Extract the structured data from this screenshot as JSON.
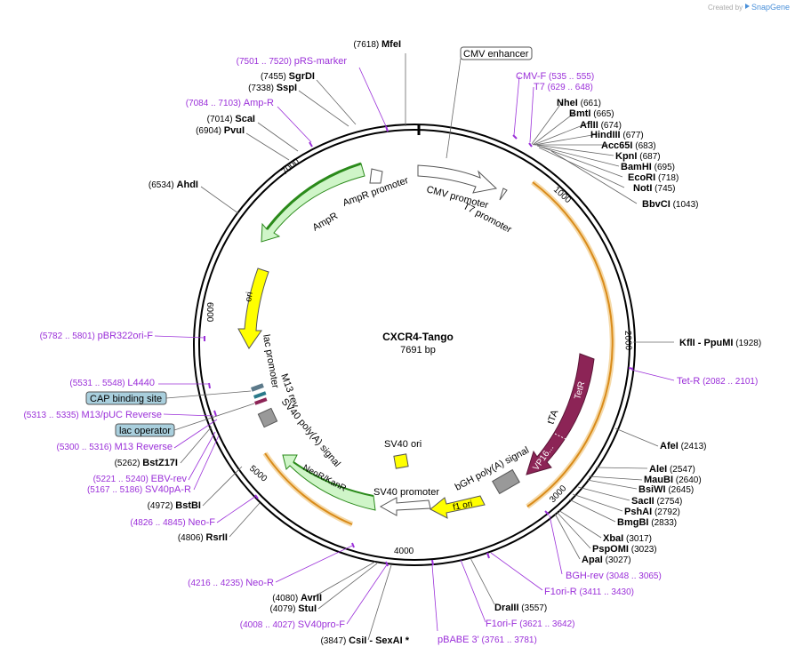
{
  "header": {
    "credit_prefix": "Created by",
    "credit_brand": "SnapGene"
  },
  "plasmid": {
    "name": "CXCR4-Tango",
    "size": "7691 bp",
    "total_bp": 7691
  },
  "ticks": [
    "1000",
    "2000",
    "3000",
    "4000",
    "5000",
    "6000",
    "7000"
  ],
  "boxed_labels": [
    {
      "id": "cmv-enhancer",
      "text": "CMV enhancer",
      "fill": "#ffffff"
    },
    {
      "id": "cap-binding-site",
      "text": "CAP binding site",
      "fill": "#a9cfdd"
    },
    {
      "id": "lac-operator",
      "text": "lac operator",
      "fill": "#a9cfdd"
    }
  ],
  "features": [
    {
      "id": "cmv-promoter",
      "label": "CMV promoter"
    },
    {
      "id": "t7-promoter",
      "label": "T7 promoter"
    },
    {
      "id": "ampr-promoter",
      "label": "AmpR promoter"
    },
    {
      "id": "ampr",
      "label": "AmpR"
    },
    {
      "id": "ori",
      "label": "ori"
    },
    {
      "id": "lac-promoter",
      "label": "lac promoter"
    },
    {
      "id": "m13-rev",
      "label": "M13 rev"
    },
    {
      "id": "sv40-polya",
      "label": "SV40 poly(A) signal"
    },
    {
      "id": "neor",
      "label": "NeoR/KanR"
    },
    {
      "id": "sv40-ori",
      "label": "SV40 ori"
    },
    {
      "id": "sv40-promoter",
      "label": "SV40 promoter"
    },
    {
      "id": "f1-ori",
      "label": "f1 ori"
    },
    {
      "id": "bgh-polya",
      "label": "bGH poly(A) signal"
    },
    {
      "id": "tta",
      "label": "tTA"
    },
    {
      "id": "tetr",
      "label": "TetR"
    },
    {
      "id": "vp16",
      "label": "VP16..."
    }
  ],
  "sites": [
    {
      "id": "mfei",
      "name": "MfeI",
      "pos": "(7618)",
      "type": "enzyme"
    },
    {
      "id": "prs-marker",
      "name": "pRS-marker",
      "pos": "(7501 .. 7520)",
      "type": "primer"
    },
    {
      "id": "sgrdi",
      "name": "SgrDI",
      "pos": "(7455)",
      "type": "enzyme"
    },
    {
      "id": "sspi",
      "name": "SspI",
      "pos": "(7338)",
      "type": "enzyme"
    },
    {
      "id": "amp-r",
      "name": "Amp-R",
      "pos": "(7084 .. 7103)",
      "type": "primer"
    },
    {
      "id": "scai",
      "name": "ScaI",
      "pos": "(7014)",
      "type": "enzyme"
    },
    {
      "id": "pvui",
      "name": "PvuI",
      "pos": "(6904)",
      "type": "enzyme"
    },
    {
      "id": "ahdi",
      "name": "AhdI",
      "pos": "(6534)",
      "type": "enzyme"
    },
    {
      "id": "pbr322ori-f",
      "name": "pBR322ori-F",
      "pos": "(5782 .. 5801)",
      "type": "primer"
    },
    {
      "id": "l4440",
      "name": "L4440",
      "pos": "(5531 .. 5548)",
      "type": "primer"
    },
    {
      "id": "m13-puc-reverse",
      "name": "M13/pUC Reverse",
      "pos": "(5313 .. 5335)",
      "type": "primer"
    },
    {
      "id": "m13-reverse",
      "name": "M13 Reverse",
      "pos": "(5300 .. 5316)",
      "type": "primer"
    },
    {
      "id": "bstz17i",
      "name": "BstZ17I",
      "pos": "(5262)",
      "type": "enzyme"
    },
    {
      "id": "ebv-rev",
      "name": "EBV-rev",
      "pos": "(5221 .. 5240)",
      "type": "primer"
    },
    {
      "id": "sv40pa-r",
      "name": "SV40pA-R",
      "pos": "(5167 .. 5186)",
      "type": "primer"
    },
    {
      "id": "bstbi",
      "name": "BstBI",
      "pos": "(4972)",
      "type": "enzyme"
    },
    {
      "id": "neo-f",
      "name": "Neo-F",
      "pos": "(4826 .. 4845)",
      "type": "primer"
    },
    {
      "id": "rsrii",
      "name": "RsrII",
      "pos": "(4806)",
      "type": "enzyme"
    },
    {
      "id": "neo-r",
      "name": "Neo-R",
      "pos": "(4216 .. 4235)",
      "type": "primer"
    },
    {
      "id": "avrii",
      "name": "AvrII",
      "pos": "(4080)",
      "type": "enzyme"
    },
    {
      "id": "stui",
      "name": "StuI",
      "pos": "(4079)",
      "type": "enzyme"
    },
    {
      "id": "sv40pro-f",
      "name": "SV40pro-F",
      "pos": "(4008 .. 4027)",
      "type": "primer"
    },
    {
      "id": "csii-sexai",
      "name": "CsiI - SexAI *",
      "pos": "(3847)",
      "type": "enzyme"
    },
    {
      "id": "pbabe-3",
      "name": "pBABE 3'",
      "pos": "(3761 .. 3781)",
      "type": "primer"
    },
    {
      "id": "f1ori-f",
      "name": "F1ori-F",
      "pos": "(3621 .. 3642)",
      "type": "primer"
    },
    {
      "id": "draiii",
      "name": "DraIII",
      "pos": "(3557)",
      "type": "enzyme"
    },
    {
      "id": "f1ori-r",
      "name": "F1ori-R",
      "pos": "(3411 .. 3430)",
      "type": "primer"
    },
    {
      "id": "bgh-rev",
      "name": "BGH-rev",
      "pos": "(3048 .. 3065)",
      "type": "primer"
    },
    {
      "id": "apai",
      "name": "ApaI",
      "pos": "(3027)",
      "type": "enzyme"
    },
    {
      "id": "pspomi",
      "name": "PspOMI",
      "pos": "(3023)",
      "type": "enzyme"
    },
    {
      "id": "xbai",
      "name": "XbaI",
      "pos": "(3017)",
      "type": "enzyme"
    },
    {
      "id": "bmgbi",
      "name": "BmgBI",
      "pos": "(2833)",
      "type": "enzyme"
    },
    {
      "id": "pshai",
      "name": "PshAI",
      "pos": "(2792)",
      "type": "enzyme"
    },
    {
      "id": "sacii",
      "name": "SacII",
      "pos": "(2754)",
      "type": "enzyme"
    },
    {
      "id": "bsiwi",
      "name": "BsiWI",
      "pos": "(2645)",
      "type": "enzyme"
    },
    {
      "id": "maubi",
      "name": "MauBI",
      "pos": "(2640)",
      "type": "enzyme"
    },
    {
      "id": "alei",
      "name": "AleI",
      "pos": "(2547)",
      "type": "enzyme"
    },
    {
      "id": "afei",
      "name": "AfeI",
      "pos": "(2413)",
      "type": "enzyme"
    },
    {
      "id": "tet-r",
      "name": "Tet-R",
      "pos": "(2082 .. 2101)",
      "type": "primer"
    },
    {
      "id": "kfli-ppumi",
      "name": "KflI - PpuMI",
      "pos": "(1928)",
      "type": "enzyme"
    },
    {
      "id": "bbvci",
      "name": "BbvCI",
      "pos": "(1043)",
      "type": "enzyme"
    },
    {
      "id": "noti",
      "name": "NotI",
      "pos": "(745)",
      "type": "enzyme"
    },
    {
      "id": "ecori",
      "name": "EcoRI",
      "pos": "(718)",
      "type": "enzyme"
    },
    {
      "id": "bamhi",
      "name": "BamHI",
      "pos": "(695)",
      "type": "enzyme"
    },
    {
      "id": "kpni",
      "name": "KpnI",
      "pos": "(687)",
      "type": "enzyme"
    },
    {
      "id": "acc65i",
      "name": "Acc65I",
      "pos": "(683)",
      "type": "enzyme"
    },
    {
      "id": "hindiii",
      "name": "HindIII",
      "pos": "(677)",
      "type": "enzyme"
    },
    {
      "id": "aflii",
      "name": "AflII",
      "pos": "(674)",
      "type": "enzyme"
    },
    {
      "id": "bmti",
      "name": "BmtI",
      "pos": "(665)",
      "type": "enzyme"
    },
    {
      "id": "nhei",
      "name": "NheI",
      "pos": "(661)",
      "type": "enzyme"
    },
    {
      "id": "t7",
      "name": "T7",
      "pos": "(629 .. 648)",
      "type": "primer"
    },
    {
      "id": "cmv-f",
      "name": "CMV-F",
      "pos": "(535 .. 555)",
      "type": "primer"
    }
  ],
  "colors": {
    "backbone": "#000000",
    "primer": "#9b30d9",
    "ampr_fill": "#cff5c8",
    "ampr_stroke": "#2a8a1a",
    "ori_fill": "#ffff00",
    "tetr_fill": "#8c2456",
    "neo_fill": "#cff5c8",
    "gray_feature": "#999999",
    "orange_arc": "#d98b1a",
    "box_blue": "#a9cfdd"
  }
}
